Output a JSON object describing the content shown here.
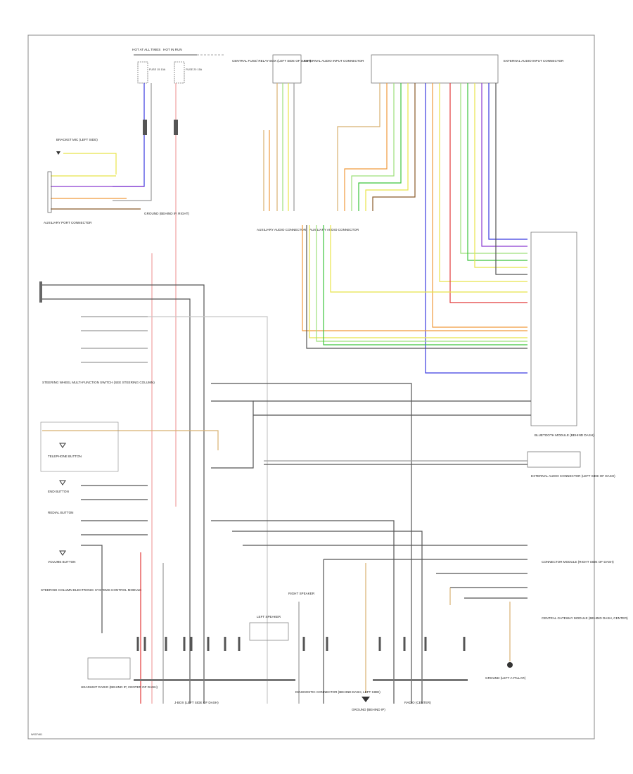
{
  "diagram_id": "W007461",
  "colors": {
    "black": "#2b2b2b",
    "gray": "#9a9a9a",
    "light_gray": "#c8c8c8",
    "red": "#e23a3a",
    "pink": "#f0a0a0",
    "orange": "#f09a3c",
    "yellow": "#e8e44a",
    "green": "#3cc43c",
    "light_green": "#9ee07a",
    "blue": "#3a3ae0",
    "violet": "#8a3ad0",
    "tan": "#d8b070",
    "brown": "#8a5a2a"
  },
  "components": {
    "hot_at_all_times": "HOT AT ALL TIMES",
    "hot_in_run": "HOT IN RUN",
    "fuse_ref": "FUSE 15 10A",
    "fuse_ref_2": "FUSE 20 15A",
    "central_fuse_box": "CENTRAL FUSE/ RELAY BOX (LEFT SIDE OF DASH)",
    "external_audio_input_top": "EXTERNAL AUDIO INPUT CONNECTOR",
    "external_audio_input_right": "EXTERNAL AUDIO INPUT CONNECTOR",
    "bracket_mic": "BRACKET MIC (LEFT SIDE)",
    "auxiliary_port_connector": "AUXILIARY PORT CONNECTOR",
    "ground_label": "GROUND (BEHIND IP, RIGHT)",
    "auxiliary_audio_connector_1": "AUXILIARY AUDIO CONNECTOR",
    "auxiliary_audio_connector_2": "AUXILIARY AUDIO CONNECTOR",
    "steering_wheel_switch": "STEERING WHEEL MULTI-FUNCTION SWITCH (SEE STEERING COLUMN)",
    "telephone_button": "TELEPHONE BUTTON",
    "end_button": "END BUTTON",
    "redial_button": "REDIAL BUTTON",
    "volume_button": "VOLUME BUTTON",
    "steering_column_module": "STEERING COLUMN ELECTRONIC SYSTEMS CONTROL MODULE",
    "connector_module": "CONNECTOR MODULE (RIGHT SIDE OF DASH)",
    "external_aux_connector": "EXTERNAL AUDIO CONNECTOR (LEFT SIDE OF DASH)",
    "bluetooth_module": "BLUETOOTH MODULE (BEHIND DASH)",
    "j_box": "J-BOX (LEFT SIDE OF DASH)",
    "headunit_radio": "HEADUNIT RADIO (BEHIND IP, CENTER OF DASH)",
    "left_speaker": "LEFT SPEAKER",
    "right_speaker": "RIGHT SPEAKER",
    "radio": "RADIO (CENTER)",
    "ground_bottom": "GROUND (BEHIND IP)",
    "diagnostic_connector": "DIAGNOSTIC CONNECTOR (BEHIND DASH, LEFT SIDE)",
    "central_gateway": "CENTRAL GATEWAY MODULE (BEHIND DASH, CENTER)",
    "ground_right": "GROUND (LEFT A-PILLAR)"
  }
}
